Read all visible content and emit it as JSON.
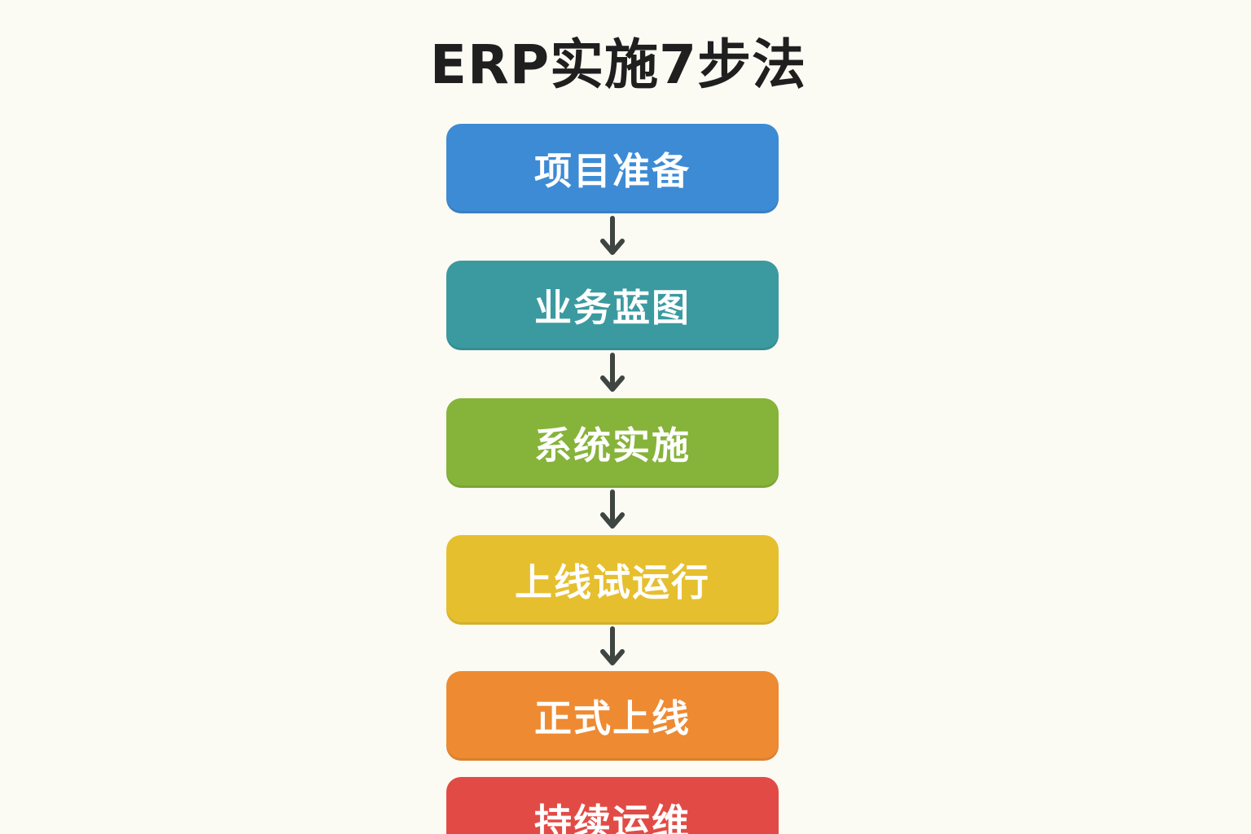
{
  "title": "ERP实施7步法",
  "steps": [
    {
      "label": "项目准备",
      "color": "#3d8bd4"
    },
    {
      "label": "业务蓝图",
      "color": "#3a9aa0"
    },
    {
      "label": "系统实施",
      "color": "#86b33a"
    },
    {
      "label": "上线试运行",
      "color": "#e6bf2e"
    },
    {
      "label": "正式上线",
      "color": "#ee8a31"
    },
    {
      "label": "持续运维",
      "color": "#e24b45"
    }
  ],
  "arrow_color": "#3f4541"
}
